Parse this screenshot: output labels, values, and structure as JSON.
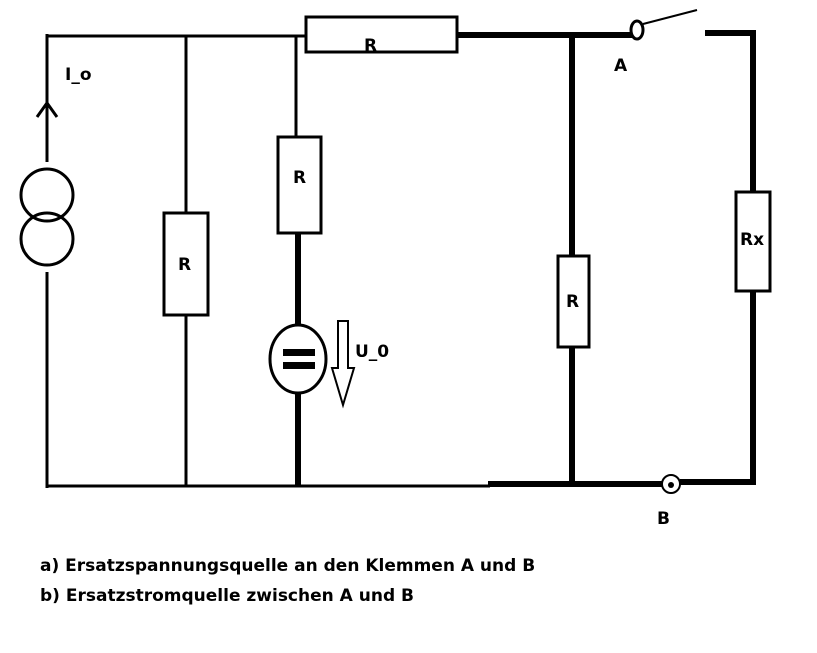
{
  "circuit": {
    "labels": {
      "source_current": "I_o",
      "r_top": "R",
      "r_left": "R",
      "r_mid": "R",
      "r_right": "R",
      "rx": "Rx",
      "voltage": "U_0",
      "terminal_a": "A",
      "terminal_b": "B"
    }
  },
  "tasks": [
    "a) Ersatzspannungsquelle an den Klemmen A und B",
    "b) Ersatzstromquelle zwischen A und B"
  ],
  "colors": {
    "wire": "#000000",
    "background": "#ffffff"
  }
}
